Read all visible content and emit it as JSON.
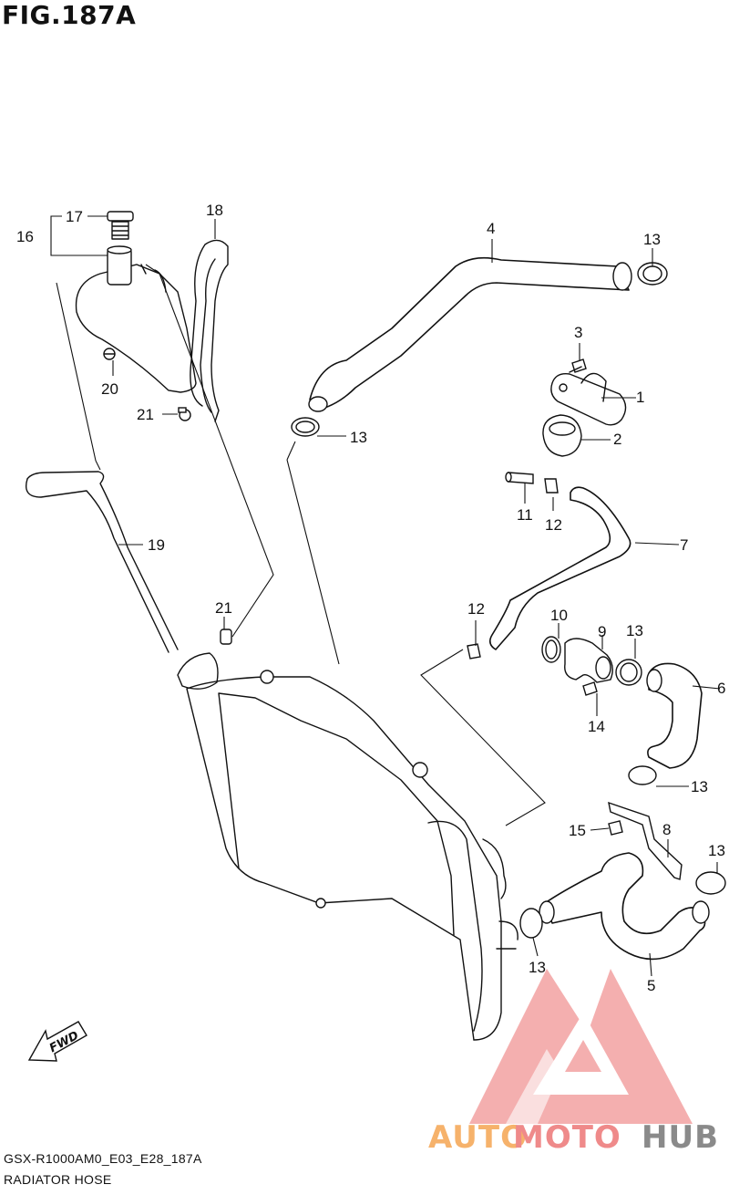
{
  "figure": {
    "title": "FIG.187A",
    "model_code": "GSX-R1000AM0_E03_E28_187A",
    "caption": "RADIATOR HOSE"
  },
  "fwd_marker": {
    "text": "FWD"
  },
  "parts": [
    {
      "ref": "1"
    },
    {
      "ref": "2"
    },
    {
      "ref": "3"
    },
    {
      "ref": "4"
    },
    {
      "ref": "5"
    },
    {
      "ref": "6"
    },
    {
      "ref": "7"
    },
    {
      "ref": "8"
    },
    {
      "ref": "9"
    },
    {
      "ref": "10"
    },
    {
      "ref": "11"
    },
    {
      "ref": "12"
    },
    {
      "ref": "13"
    },
    {
      "ref": "14"
    },
    {
      "ref": "15"
    },
    {
      "ref": "16"
    },
    {
      "ref": "17"
    },
    {
      "ref": "18"
    },
    {
      "ref": "19"
    },
    {
      "ref": "20"
    },
    {
      "ref": "21"
    }
  ],
  "watermark": {
    "parts": [
      "AUTO",
      "MOTO",
      "HUB"
    ],
    "colors": {
      "auto": "#f6b26b",
      "moto": "#ef8a8a",
      "hub": "#888888",
      "logo": "#f0a0a0"
    }
  }
}
